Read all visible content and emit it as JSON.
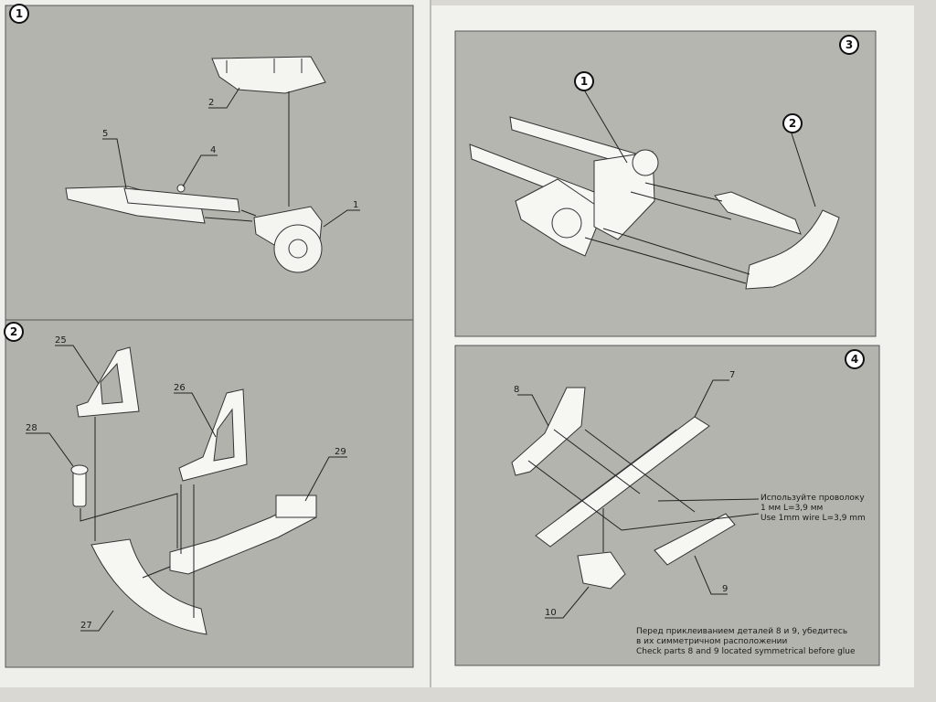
{
  "steps": [
    {
      "number": "1",
      "parts": [
        "2",
        "5",
        "4",
        "1"
      ]
    },
    {
      "number": "2",
      "parts": [
        "25",
        "26",
        "28",
        "29",
        "27"
      ]
    },
    {
      "number": "3",
      "parts": [
        "1",
        "2"
      ]
    },
    {
      "number": "4",
      "parts": [
        "8",
        "7",
        "10",
        "9"
      ]
    }
  ],
  "wire_note": {
    "ru_line1": "Используйте проволоку",
    "ru_line2": "1 мм L=3,9 мм",
    "en": "Use 1mm wire L=3,9 mm"
  },
  "glue_note": {
    "ru_line1": "Перед приклеиванием деталей 8 и 9, убедитесь",
    "ru_line2": "в их симметричном расположении",
    "en": "Check parts 8 and 9 located symmetrical before glue"
  }
}
